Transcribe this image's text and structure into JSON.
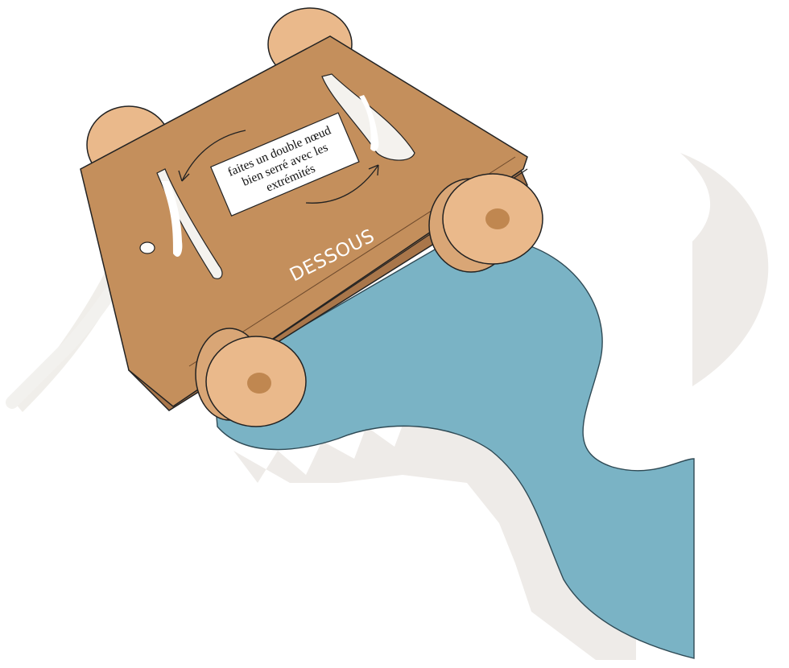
{
  "illustration": {
    "note": {
      "line1": "faites un double nœud",
      "line2": "bien serré avec les",
      "line3": "extrémités"
    },
    "underside_label": "DESSOUS"
  },
  "colors": {
    "cardboard": "#c48f5c",
    "cardboard_dark": "#a9764a",
    "wheel": "#eab98b",
    "wheel_hub": "#c08750",
    "tail": "#7ab3c5",
    "ghost_shape": "#eeebe8",
    "string": "#f2f1ee"
  }
}
